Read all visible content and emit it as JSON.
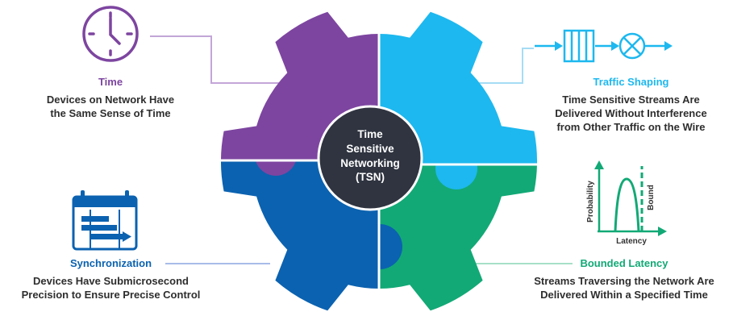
{
  "center": {
    "lines": [
      "Time",
      "Sensitive",
      "Networking",
      "(TSN)"
    ]
  },
  "quadrants": {
    "time": {
      "title": "Time",
      "description": [
        "Devices on Network Have",
        "the Same Sense of Time"
      ],
      "color": "#7d45a0",
      "icon": "clock-icon"
    },
    "traffic_shaping": {
      "title": "Traffic Shaping",
      "description": [
        "Time Sensitive Streams Are",
        "Delivered Without Interference",
        "from Other Traffic on the Wire"
      ],
      "color": "#1db8ef",
      "icon": "queue-scheduler-icon"
    },
    "synchronization": {
      "title": "Synchronization",
      "description": [
        "Devices Have Submicrosecond",
        "Precision to Ensure Precise Control"
      ],
      "color": "#0b62b0",
      "icon": "calendar-schedule-icon"
    },
    "bounded_latency": {
      "title": "Bounded Latency",
      "description": [
        "Streams Traversing the Network Are",
        "Delivered Within a Specified Time"
      ],
      "color": "#12a976",
      "icon": "latency-distribution-icon"
    }
  },
  "latency_chart": {
    "ylabel": "Probability",
    "xlabel": "Latency",
    "bound_label": "Bound"
  },
  "hub_color": "#2f3440"
}
